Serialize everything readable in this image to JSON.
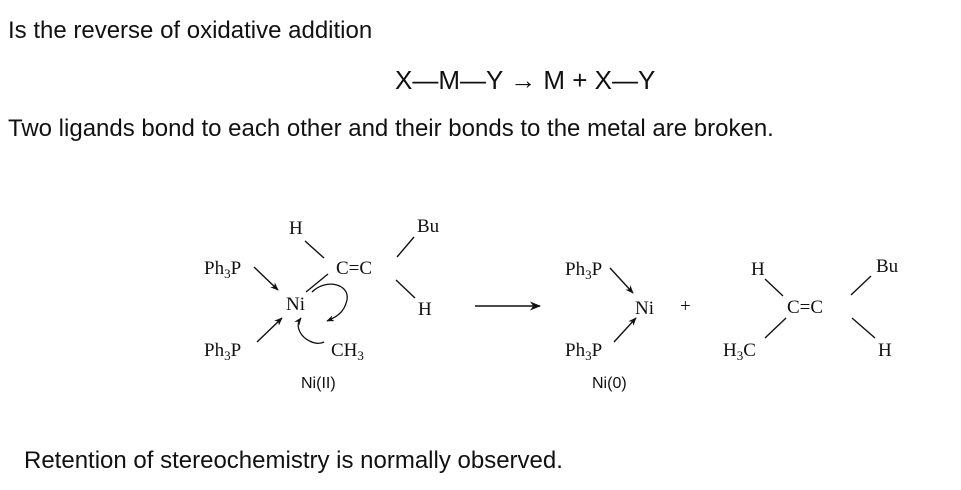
{
  "intro": "Is the reverse of oxidative addition",
  "equation": "X—M—Y → M + X—Y",
  "definition": "Two ligands bond to each other and their bonds to the metal are broken.",
  "conclusion": "Retention of stereochemistry is normally observed.",
  "scheme": {
    "reactant": {
      "ligand_top": "Ph",
      "ligand_top_sub": "3",
      "ligand_top_p": "P",
      "ligand_bottom": "Ph",
      "ligand_bottom_sub": "3",
      "ligand_bottom_p": "P",
      "metal": "Ni",
      "alkene": "C=C",
      "h_top": "H",
      "bu": "Bu",
      "h_right": "H",
      "methyl": "CH",
      "methyl_sub": "3",
      "oxidation_state": "Ni(II)"
    },
    "plus": "+",
    "product_complex": {
      "ligand_top": "Ph",
      "ligand_top_sub": "3",
      "ligand_top_p": "P",
      "ligand_bottom": "Ph",
      "ligand_bottom_sub": "3",
      "ligand_bottom_p": "P",
      "metal": "Ni",
      "oxidation_state": "Ni(0)"
    },
    "product_alkene": {
      "h_top": "H",
      "bu": "Bu",
      "alkene": "C=C",
      "methyl": "H",
      "methyl_sub": "3",
      "methyl_c": "C",
      "h_right": "H"
    }
  }
}
